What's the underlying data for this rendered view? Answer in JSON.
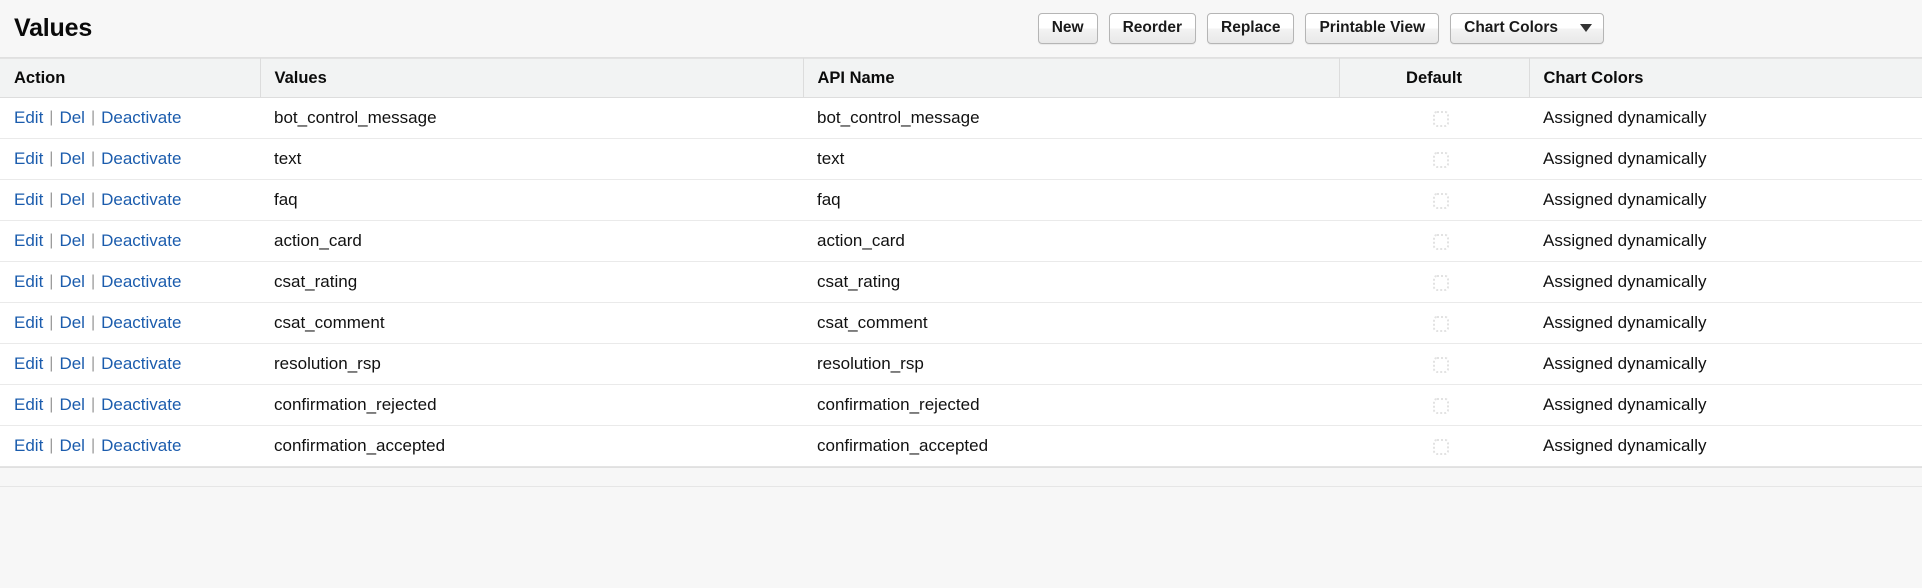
{
  "header": {
    "title": "Values",
    "buttons": [
      {
        "label": "New",
        "name": "new-button"
      },
      {
        "label": "Reorder",
        "name": "reorder-button"
      },
      {
        "label": "Replace",
        "name": "replace-button"
      },
      {
        "label": "Printable View",
        "name": "printable-view-button"
      }
    ],
    "menu_button": {
      "label": "Chart Colors",
      "icon": "chevron-down-icon"
    }
  },
  "table": {
    "columns": [
      {
        "key": "action",
        "label": "Action"
      },
      {
        "key": "values",
        "label": "Values"
      },
      {
        "key": "api_name",
        "label": "API Name"
      },
      {
        "key": "default",
        "label": "Default"
      },
      {
        "key": "chart_colors",
        "label": "Chart Colors"
      }
    ],
    "row_actions": {
      "edit": "Edit",
      "del": "Del",
      "deactivate": "Deactivate",
      "separator": "|"
    },
    "rows": [
      {
        "values": "bot_control_message",
        "api_name": "bot_control_message",
        "default": false,
        "chart_colors": "Assigned dynamically"
      },
      {
        "values": "text",
        "api_name": "text",
        "default": false,
        "chart_colors": "Assigned dynamically"
      },
      {
        "values": "faq",
        "api_name": "faq",
        "default": false,
        "chart_colors": "Assigned dynamically"
      },
      {
        "values": "action_card",
        "api_name": "action_card",
        "default": false,
        "chart_colors": "Assigned dynamically"
      },
      {
        "values": "csat_rating",
        "api_name": "csat_rating",
        "default": false,
        "chart_colors": "Assigned dynamically"
      },
      {
        "values": "csat_comment",
        "api_name": "csat_comment",
        "default": false,
        "chart_colors": "Assigned dynamically"
      },
      {
        "values": "resolution_rsp",
        "api_name": "resolution_rsp",
        "default": false,
        "chart_colors": "Assigned dynamically"
      },
      {
        "values": "confirmation_rejected",
        "api_name": "confirmation_rejected",
        "default": false,
        "chart_colors": "Assigned dynamically"
      },
      {
        "values": "confirmation_accepted",
        "api_name": "confirmation_accepted",
        "default": false,
        "chart_colors": "Assigned dynamically"
      }
    ]
  },
  "colors": {
    "link": "#1b5cad",
    "page_background": "#f7f7f7",
    "header_row_background": "#f2f3f3",
    "text": "#111111"
  }
}
